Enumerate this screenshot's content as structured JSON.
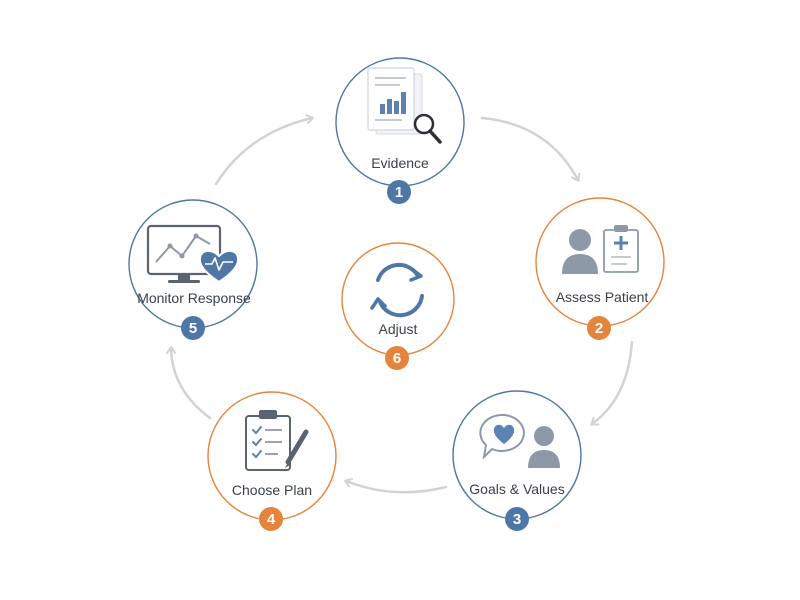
{
  "colors": {
    "blue": "#4f77a6",
    "orange": "#e5843d",
    "arrow": "#d3d3d3",
    "icon_blue": "#6a8db5",
    "icon_gray": "#8e99a8",
    "text": "#3a3f4a"
  },
  "steps": [
    {
      "label": "Evidence",
      "number": "1",
      "color": "blue",
      "icon": "document-chart-magnifier-icon"
    },
    {
      "label": "Assess Patient",
      "number": "2",
      "color": "orange",
      "icon": "person-clipboard-icon"
    },
    {
      "label": "Goals & Values",
      "number": "3",
      "color": "blue",
      "icon": "heart-speech-person-icon"
    },
    {
      "label": "Choose Plan",
      "number": "4",
      "color": "orange",
      "icon": "clipboard-checklist-pen-icon"
    },
    {
      "label": "Monitor Response",
      "number": "5",
      "color": "blue",
      "icon": "monitor-heart-icon"
    }
  ],
  "center": {
    "label": "Adjust",
    "number": "6",
    "color": "orange",
    "icon": "refresh-cycle-icon"
  }
}
